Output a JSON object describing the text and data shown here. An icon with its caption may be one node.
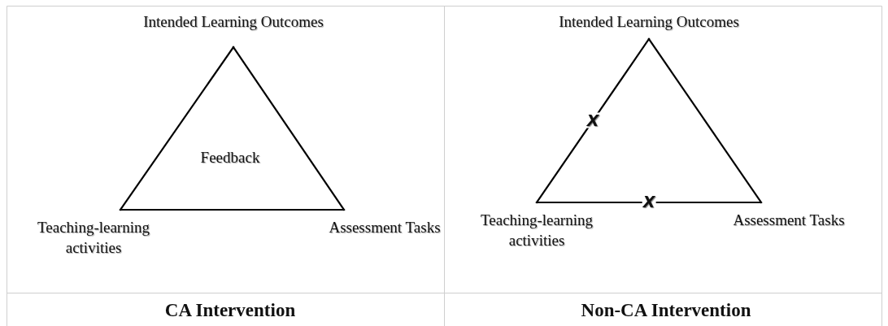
{
  "diagram": {
    "nodes": [
      {
        "text": [
          "Intended Learning Outcomes"
        ]
      },
      {
        "text": [
          "Teaching-learning activities"
        ]
      },
      {
        "text": [
          "Assessment Tasks"
        ]
      },
      {
        "text": [
          "Intended Learning Outcomes"
        ]
      },
      {
        "text": [
          "Teaching-learning activities"
        ]
      },
      {
        "text": [
          "Assessment Tasks"
        ]
      }
    ],
    "edges": [
      {
        "from": 0,
        "to": 1,
        "arrow": "none"
      },
      {
        "from": 1,
        "to": 2,
        "arrow": "none"
      },
      {
        "from": 2,
        "to": 0,
        "arrow": "none"
      },
      {
        "from": 3,
        "to": 4,
        "arrow": "none",
        "label": "X"
      },
      {
        "from": 4,
        "to": 5,
        "arrow": "none",
        "label": "X"
      },
      {
        "from": 5,
        "to": 3,
        "arrow": "none"
      }
    ],
    "labels": [
      "Feedback",
      "CA Intervention",
      "Non-CA Intervention"
    ]
  }
}
